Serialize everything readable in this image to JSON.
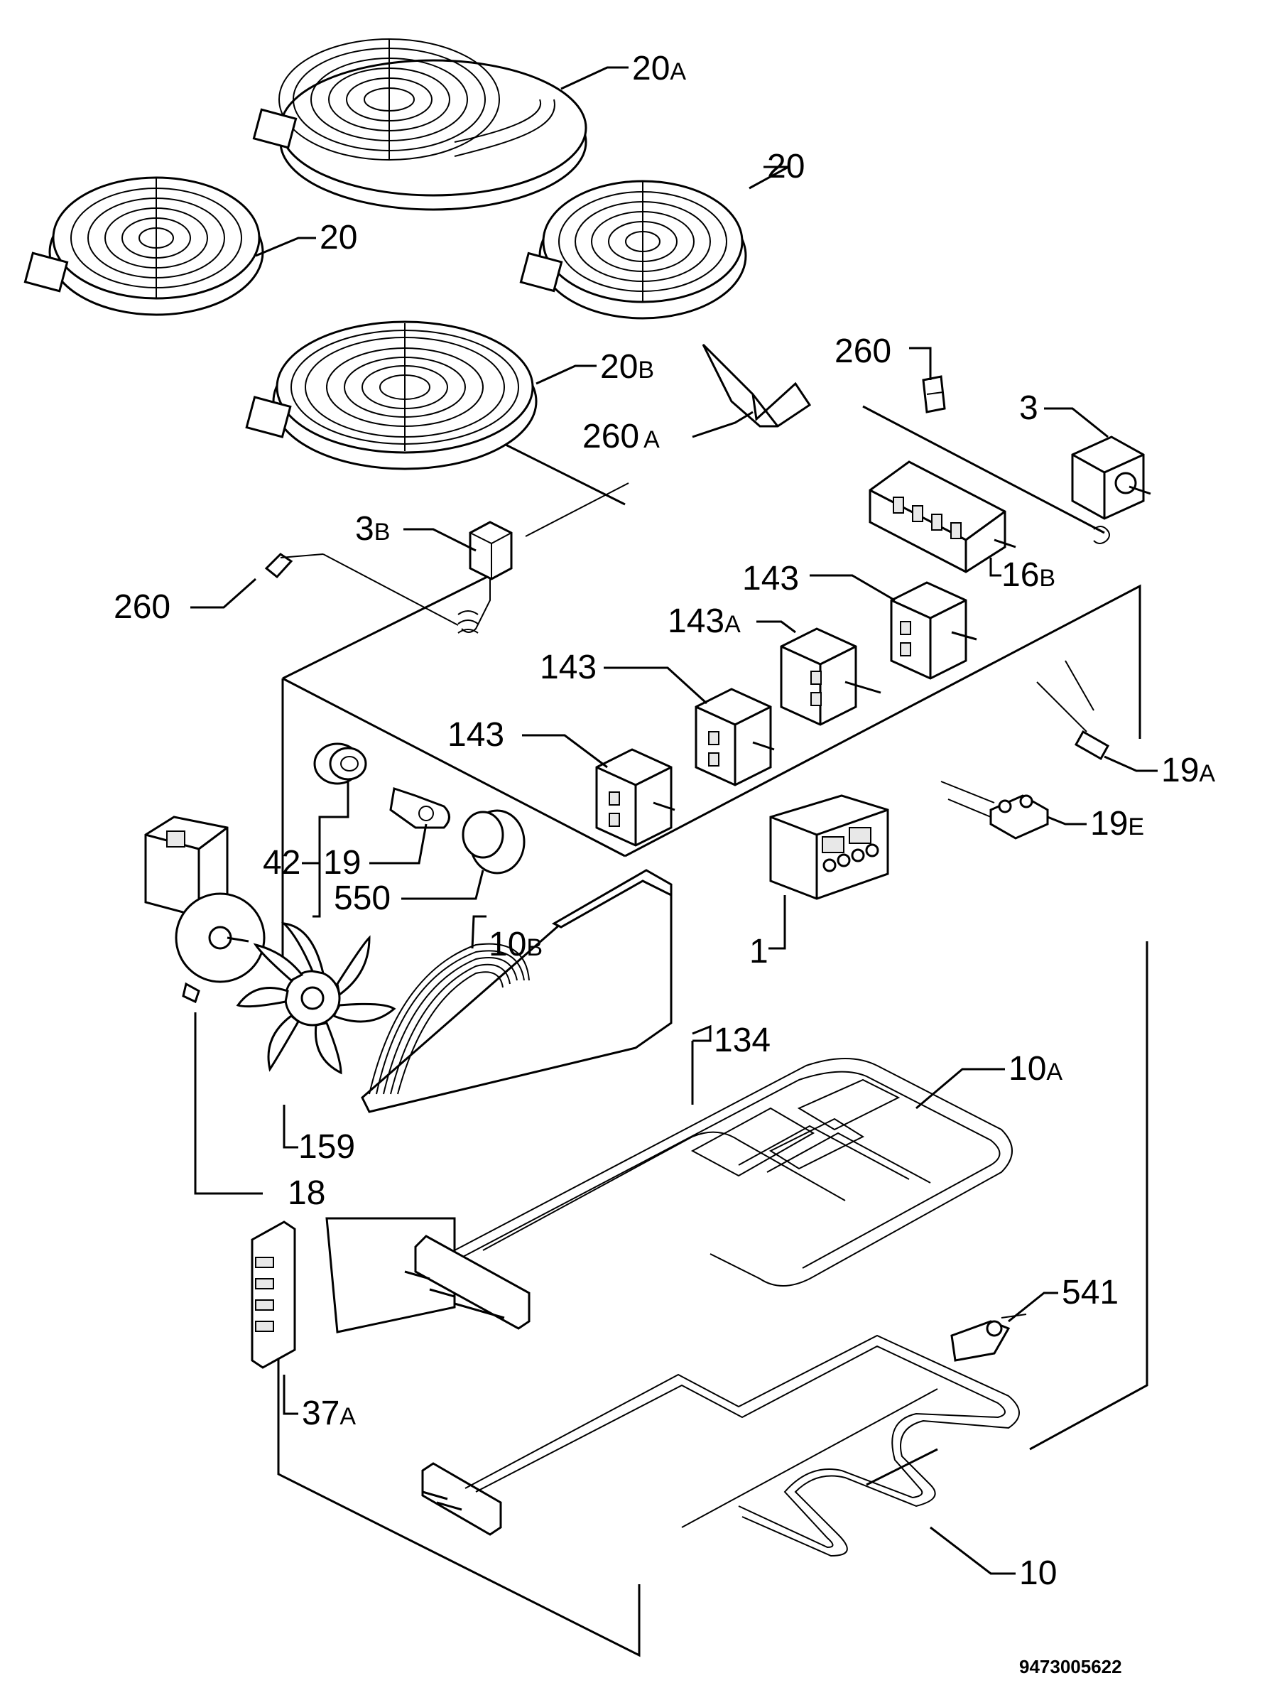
{
  "labels": {
    "l20A": {
      "num": "20",
      "suf": "A"
    },
    "l20_right": {
      "num": "20",
      "suf": ""
    },
    "l20_left": {
      "num": "20",
      "suf": ""
    },
    "l20B": {
      "num": "20",
      "suf": "B"
    },
    "l260_top": {
      "num": "260",
      "suf": ""
    },
    "l3": {
      "num": "3",
      "suf": ""
    },
    "l260A": {
      "num": "260",
      "suf": "A"
    },
    "l3B": {
      "num": "3",
      "suf": "B"
    },
    "l16B": {
      "num": "16",
      "suf": "B"
    },
    "l260_left": {
      "num": "260",
      "suf": ""
    },
    "l143_a": {
      "num": "143",
      "suf": ""
    },
    "l143A": {
      "num": "143",
      "suf": "A"
    },
    "l143_b": {
      "num": "143",
      "suf": ""
    },
    "l143_c": {
      "num": "143",
      "suf": ""
    },
    "l19A": {
      "num": "19",
      "suf": "A"
    },
    "l42": {
      "num": "42",
      "suf": ""
    },
    "l19": {
      "num": "19",
      "suf": ""
    },
    "l550": {
      "num": "550",
      "suf": ""
    },
    "l19E": {
      "num": "19",
      "suf": "E"
    },
    "l1": {
      "num": "1",
      "suf": ""
    },
    "l10B": {
      "num": "10",
      "suf": "B"
    },
    "l134": {
      "num": "134",
      "suf": ""
    },
    "l10A": {
      "num": "10",
      "suf": "A"
    },
    "l159": {
      "num": "159",
      "suf": ""
    },
    "l18": {
      "num": "18",
      "suf": ""
    },
    "l541": {
      "num": "541",
      "suf": ""
    },
    "l37A": {
      "num": "37",
      "suf": "A"
    },
    "l10": {
      "num": "10",
      "suf": ""
    }
  },
  "document_number": "9473005622"
}
